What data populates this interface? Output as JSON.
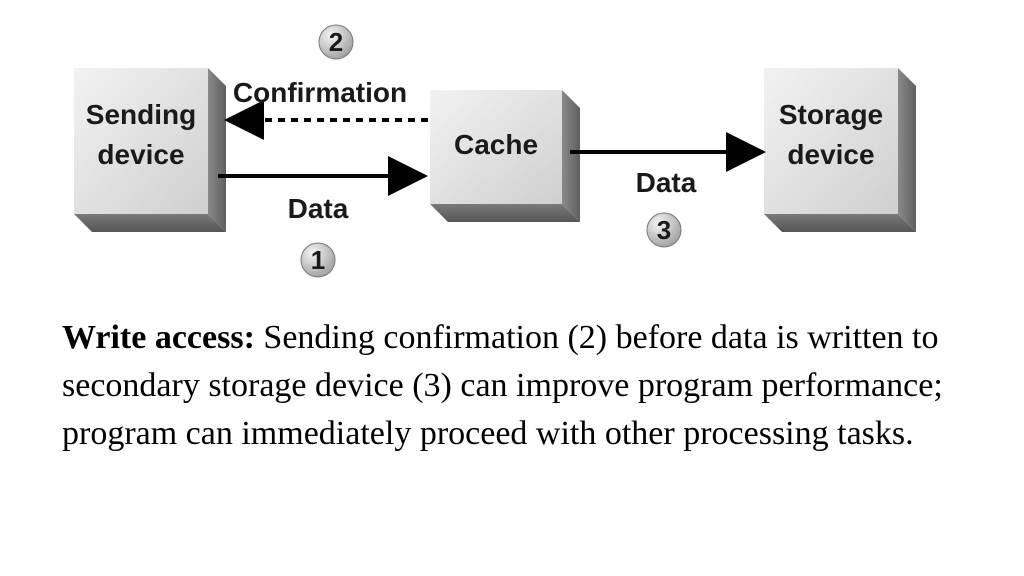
{
  "diagram": {
    "nodes": {
      "sending": {
        "line1": "Sending",
        "line2": "device"
      },
      "cache": {
        "line1": "Cache"
      },
      "storage": {
        "line1": "Storage",
        "line2": "device"
      }
    },
    "edges": {
      "confirmation": {
        "label": "Confirmation",
        "step": "2"
      },
      "data_to_cache": {
        "label": "Data",
        "step": "1"
      },
      "data_to_storage": {
        "label": "Data",
        "step": "3"
      }
    }
  },
  "caption": {
    "lead": "Write access:",
    "body": " Sending confirmation (2) before data is written to secondary storage device (3) can improve program performance; program can immediately proceed with other processing tasks."
  }
}
